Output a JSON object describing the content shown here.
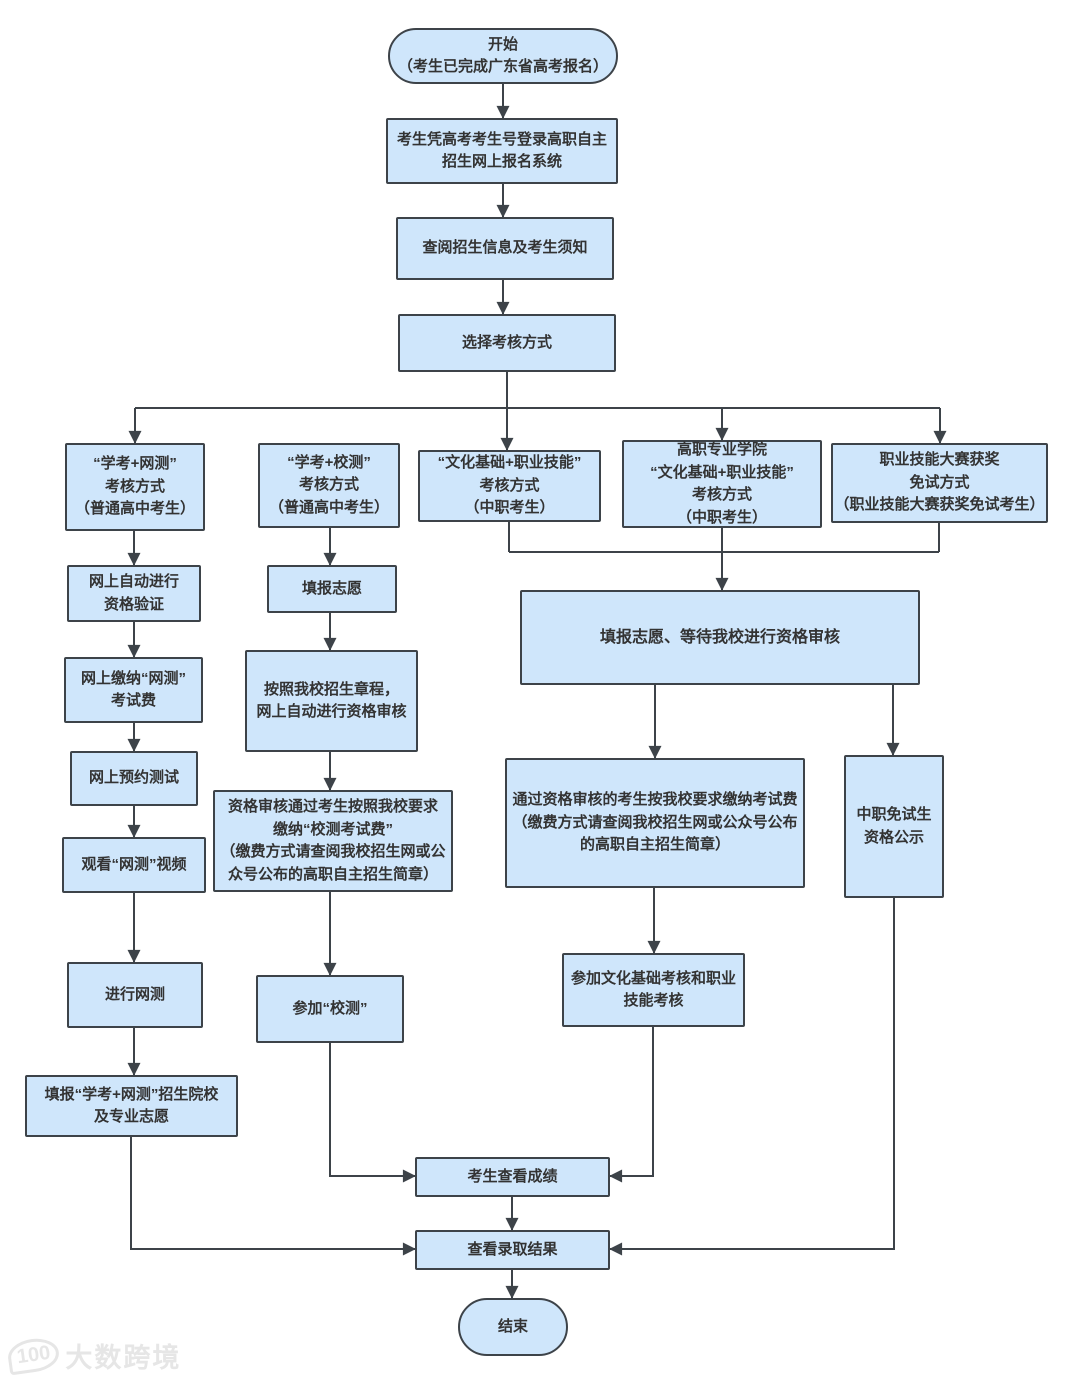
{
  "diagram": {
    "colors": {
      "node_fill": "#cfe6fb",
      "node_border": "#3d4349",
      "connector": "#3d4349",
      "text": "#333333",
      "background": "#ffffff"
    },
    "nodes": {
      "start": {
        "shape": "stadium",
        "label": "开始\n（考生已完成广东省高考报名）"
      },
      "login": {
        "shape": "rect",
        "label": "考生凭高考考生号登录高职自主\n招生网上报名系统"
      },
      "review": {
        "shape": "rect",
        "label": "查阅招生信息及考生须知"
      },
      "choose": {
        "shape": "rect",
        "label": "选择考核方式"
      },
      "b1": {
        "shape": "rect",
        "label": "“学考+网测”\n考核方式\n（普通高中考生）"
      },
      "b2": {
        "shape": "rect",
        "label": "“学考+校测”\n考核方式\n（普通高中考生）"
      },
      "b3": {
        "shape": "rect",
        "label": "“文化基础+职业技能”\n考核方式\n（中职考生）"
      },
      "b4": {
        "shape": "rect",
        "label": "高职专业学院\n“文化基础+职业技能”\n考核方式\n（中职考生）"
      },
      "b5": {
        "shape": "rect",
        "label": "职业技能大赛获奖\n免试方式\n（职业技能大赛获奖免试考生）"
      },
      "c1a": {
        "shape": "rect",
        "label": "网上自动进行\n资格验证"
      },
      "c1b": {
        "shape": "rect",
        "label": "网上缴纳“网测”\n考试费"
      },
      "c1c": {
        "shape": "rect",
        "label": "网上预约测试"
      },
      "c1d": {
        "shape": "rect",
        "label": "观看“网测”视频"
      },
      "c1e": {
        "shape": "rect",
        "label": "进行网测"
      },
      "c1f": {
        "shape": "rect",
        "label": "填报“学考+网测”招生院校\n及专业志愿"
      },
      "c2a": {
        "shape": "rect",
        "label": "填报志愿"
      },
      "c2b": {
        "shape": "rect",
        "label": "按照我校招生章程，\n网上自动进行资格审核"
      },
      "c2c": {
        "shape": "rect",
        "label": "资格审核通过考生按照我校要求\n缴纳“校测考试费”\n（缴费方式请查阅我校招生网或公\n众号公布的高职自主招生简章）"
      },
      "c2d": {
        "shape": "rect",
        "label": "参加“校测”"
      },
      "wide": {
        "shape": "rect",
        "label": "填报志愿、等待我校进行资格审核"
      },
      "m1": {
        "shape": "rect",
        "label": "通过资格审核的考生按我校要求缴纳考试费\n（缴费方式请查阅我校招生网或公众号公布\n的高职自主招生简章）"
      },
      "m2": {
        "shape": "rect",
        "label": "参加文化基础考核和职业\n技能考核"
      },
      "r1": {
        "shape": "rect",
        "label": "中职免试生\n资格公示"
      },
      "score": {
        "shape": "rect",
        "label": "考生查看成绩"
      },
      "result": {
        "shape": "rect",
        "label": "查看录取结果"
      },
      "end": {
        "shape": "stadium",
        "label": "结束"
      }
    },
    "edges": [
      {
        "from": "start",
        "to": "login"
      },
      {
        "from": "login",
        "to": "review"
      },
      {
        "from": "review",
        "to": "choose"
      },
      {
        "from": "choose",
        "to": "b1"
      },
      {
        "from": "choose",
        "to": "b2"
      },
      {
        "from": "choose",
        "to": "b3"
      },
      {
        "from": "choose",
        "to": "b4"
      },
      {
        "from": "choose",
        "to": "b5"
      },
      {
        "from": "b1",
        "to": "c1a"
      },
      {
        "from": "c1a",
        "to": "c1b"
      },
      {
        "from": "c1b",
        "to": "c1c"
      },
      {
        "from": "c1c",
        "to": "c1d"
      },
      {
        "from": "c1d",
        "to": "c1e"
      },
      {
        "from": "c1e",
        "to": "c1f"
      },
      {
        "from": "c1f",
        "to": "result"
      },
      {
        "from": "b2",
        "to": "c2a"
      },
      {
        "from": "c2a",
        "to": "c2b"
      },
      {
        "from": "c2b",
        "to": "c2c"
      },
      {
        "from": "c2c",
        "to": "c2d"
      },
      {
        "from": "c2d",
        "to": "score"
      },
      {
        "from": "b3",
        "to": "wide"
      },
      {
        "from": "b4",
        "to": "wide"
      },
      {
        "from": "b5",
        "to": "wide"
      },
      {
        "from": "wide",
        "to": "m1"
      },
      {
        "from": "wide",
        "to": "r1"
      },
      {
        "from": "m1",
        "to": "m2"
      },
      {
        "from": "m2",
        "to": "score"
      },
      {
        "from": "r1",
        "to": "result"
      },
      {
        "from": "score",
        "to": "result"
      },
      {
        "from": "result",
        "to": "end"
      }
    ],
    "watermark": {
      "logo_text": "100",
      "brand": "大数跨境"
    }
  }
}
